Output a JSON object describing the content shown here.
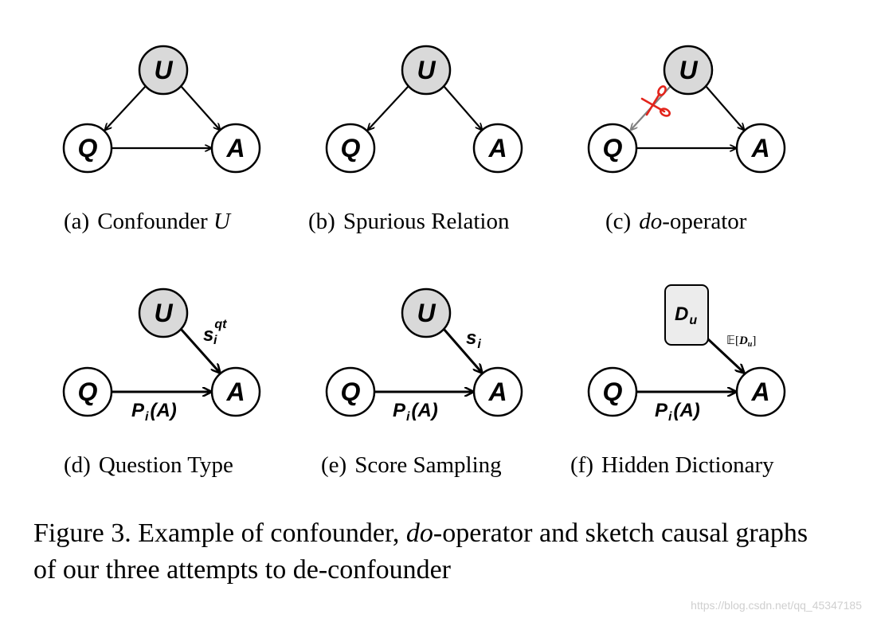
{
  "graphs": {
    "a": {
      "tag": "(a)",
      "caption": "Confounder ",
      "caption_math": "U"
    },
    "b": {
      "tag": "(b)",
      "caption": "Spurious Relation"
    },
    "c": {
      "tag": "(c)",
      "caption_italic": "do",
      "caption": "-operator"
    },
    "d": {
      "tag": "(d)",
      "caption": "Question Type"
    },
    "e": {
      "tag": "(e)",
      "caption": "Score Sampling"
    },
    "f": {
      "tag": "(f)",
      "caption": "Hidden Dictionary"
    }
  },
  "nodes": {
    "u": "U",
    "q": "Q",
    "a": "A",
    "d_base": "D",
    "d_sub": "u"
  },
  "edge_labels": {
    "p_base": "P",
    "p_sub": "i",
    "p_arg": "(A)",
    "s_base": "s",
    "s_sub": "i",
    "s_sup_qt": "qt",
    "e_dict": "𝔼[",
    "e_dict_base": "D",
    "e_dict_sub": "u",
    "e_dict_close": "]"
  },
  "figure_caption": {
    "lead": "Figure 3. Example of confounder, ",
    "italic": "do",
    "rest": "-operator and sketch causal graphs of our three attempts to de-confounder"
  },
  "watermark": "https://blog.csdn.net/qq_45347185",
  "colors": {
    "confounder_fill": "#d9d9d9",
    "cut_edge": "#808080",
    "scissors": "#e3241b"
  }
}
